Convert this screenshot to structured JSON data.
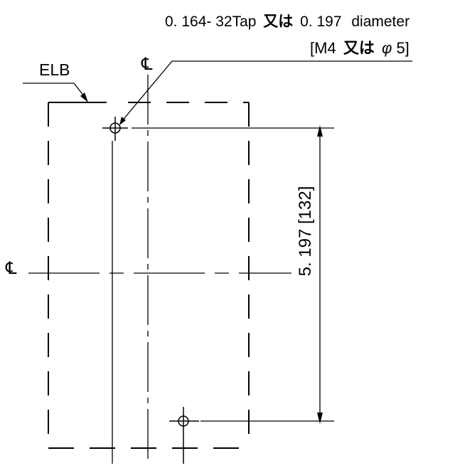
{
  "callout": {
    "line1_part1": "0. 164- 32Tap",
    "line1_jp": "又は",
    "line1_part2": "0. 197",
    "line1_part3": "diameter",
    "line2_open": "[M4",
    "line2_jp": "又は",
    "line2_phi": "φ",
    "line2_close": "5]"
  },
  "elb_label": "ELB",
  "centerline_symbol": "℄",
  "dimension_label": "5. 197  [132]",
  "colors": {
    "stroke": "#000000",
    "background": "#ffffff"
  }
}
